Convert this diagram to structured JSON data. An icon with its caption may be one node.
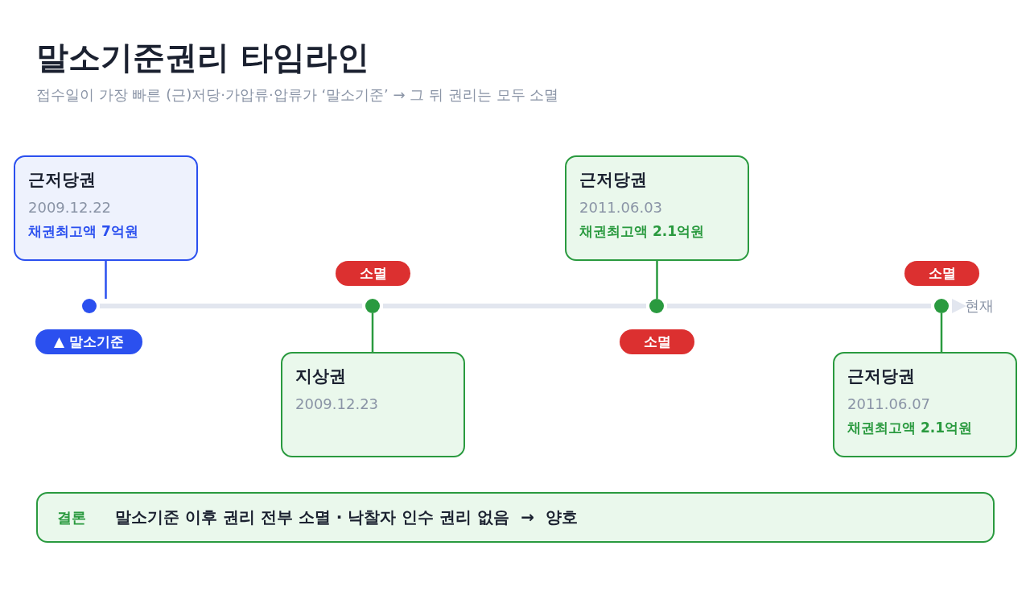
{
  "diagram": {
    "title": "말소기준권리 타임라인",
    "caption": "접수일이 가장 빠른 (근)저당·가압류·압류가 ‘말소기준’ → 그 뒤 권리는 모두 소멸",
    "nodes": [
      {
        "text": [
          "근저당권",
          "2009.12.22",
          "채권최고액 7억원"
        ]
      },
      {
        "text": [],
        "shape": "circle"
      },
      {
        "text": [
          "▲ 말소기준"
        ]
      },
      {
        "text": [
          "소멸"
        ]
      },
      {
        "text": [],
        "shape": "circle"
      },
      {
        "text": [
          "지상권",
          "2009.12.23"
        ]
      },
      {
        "text": [
          "근저당권",
          "2011.06.03",
          "채권최고액 2.1억원"
        ]
      },
      {
        "text": [],
        "shape": "circle"
      },
      {
        "text": [
          "소멸"
        ]
      },
      {
        "text": [
          "소멸"
        ]
      },
      {
        "text": [],
        "shape": "circle"
      },
      {
        "text": [
          "근저당권",
          "2011.06.07",
          "채권최고액 2.1억원"
        ]
      },
      {
        "text": [
          "결론",
          "말소기준 이후 권리 전부 소멸 · 낙찰자 인수 권리 없음  →  양호"
        ]
      },
      {
        "text": [
          "현재"
        ]
      }
    ],
    "edges": [
      {
        "from": 0,
        "to": 1,
        "arrow": "none",
        "color": "#2b50ef"
      },
      {
        "from": 4,
        "to": 5,
        "arrow": "none",
        "color": "#2a9a3f"
      },
      {
        "from": 6,
        "to": 7,
        "arrow": "none",
        "color": "#2a9a3f"
      },
      {
        "from": 10,
        "to": 11,
        "arrow": "none",
        "color": "#2a9a3f"
      },
      {
        "from": 1,
        "to": 4,
        "arrow": "none",
        "style": "thick",
        "color": "#e2e6ef"
      },
      {
        "from": 4,
        "to": 7,
        "arrow": "none",
        "style": "thick",
        "color": "#e2e6ef"
      },
      {
        "from": 7,
        "to": 10,
        "arrow": "none",
        "style": "thick",
        "color": "#e2e6ef"
      },
      {
        "from": 10,
        "to": 13,
        "arrow": "to",
        "style": "thick",
        "color": "#e2e6ef"
      }
    ]
  }
}
